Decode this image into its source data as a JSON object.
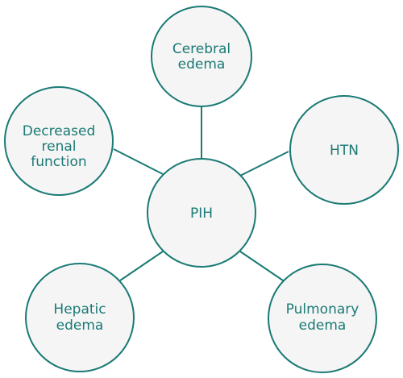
{
  "colors": {
    "stroke": "#1a7a74",
    "fill": "#f5f5f5",
    "text": "#1a7a74",
    "background": "#ffffff"
  },
  "center": {
    "label": "PIH"
  },
  "satellites": [
    {
      "id": "cerebral",
      "lines": [
        "Cerebral",
        "edema"
      ]
    },
    {
      "id": "htn",
      "lines": [
        "HTN"
      ]
    },
    {
      "id": "pulmonary",
      "lines": [
        "Pulmonary",
        "edema"
      ]
    },
    {
      "id": "hepatic",
      "lines": [
        "Hepatic",
        "edema"
      ]
    },
    {
      "id": "renal",
      "lines": [
        "Decreased",
        "renal",
        "function"
      ]
    }
  ]
}
